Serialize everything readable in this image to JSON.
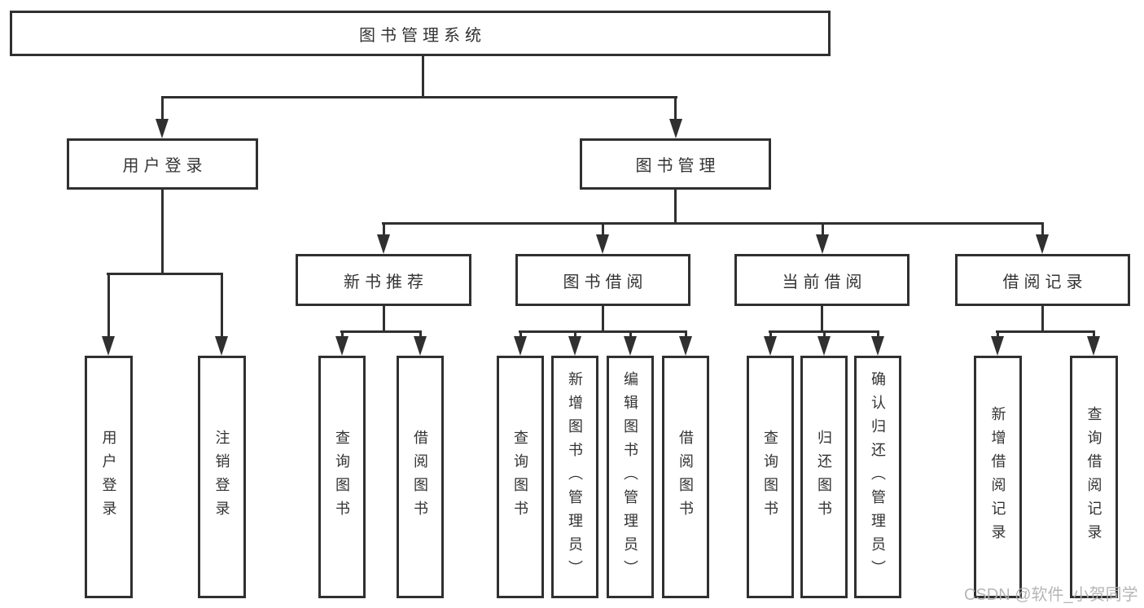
{
  "diagram": {
    "type": "hierarchy-tree",
    "colors": {
      "line": "#303030",
      "border": "#303030",
      "text": "#333333",
      "background": "#ffffff",
      "watermark_text": "#b0b0b0"
    }
  },
  "tree": {
    "label": "图书管理系统",
    "children": [
      {
        "label": "用户登录",
        "children": [
          {
            "label": "用户登录"
          },
          {
            "label": "注销登录"
          }
        ]
      },
      {
        "label": "图书管理",
        "children": [
          {
            "label": "新书推荐",
            "children": [
              {
                "label": "查询图书"
              },
              {
                "label": "借阅图书"
              }
            ]
          },
          {
            "label": "图书借阅",
            "children": [
              {
                "label": "查询图书"
              },
              {
                "label": "新增图书（管理员）"
              },
              {
                "label": "编辑图书（管理员）"
              },
              {
                "label": "借阅图书"
              }
            ]
          },
          {
            "label": "当前借阅",
            "children": [
              {
                "label": "查询图书"
              },
              {
                "label": "归还图书"
              },
              {
                "label": "确认归还（管理员）"
              }
            ]
          },
          {
            "label": "借阅记录",
            "children": [
              {
                "label": "新增借阅记录"
              },
              {
                "label": "查询借阅记录"
              }
            ]
          }
        ]
      }
    ]
  },
  "watermark": {
    "text": "CSDN @软件_小贺同学"
  }
}
